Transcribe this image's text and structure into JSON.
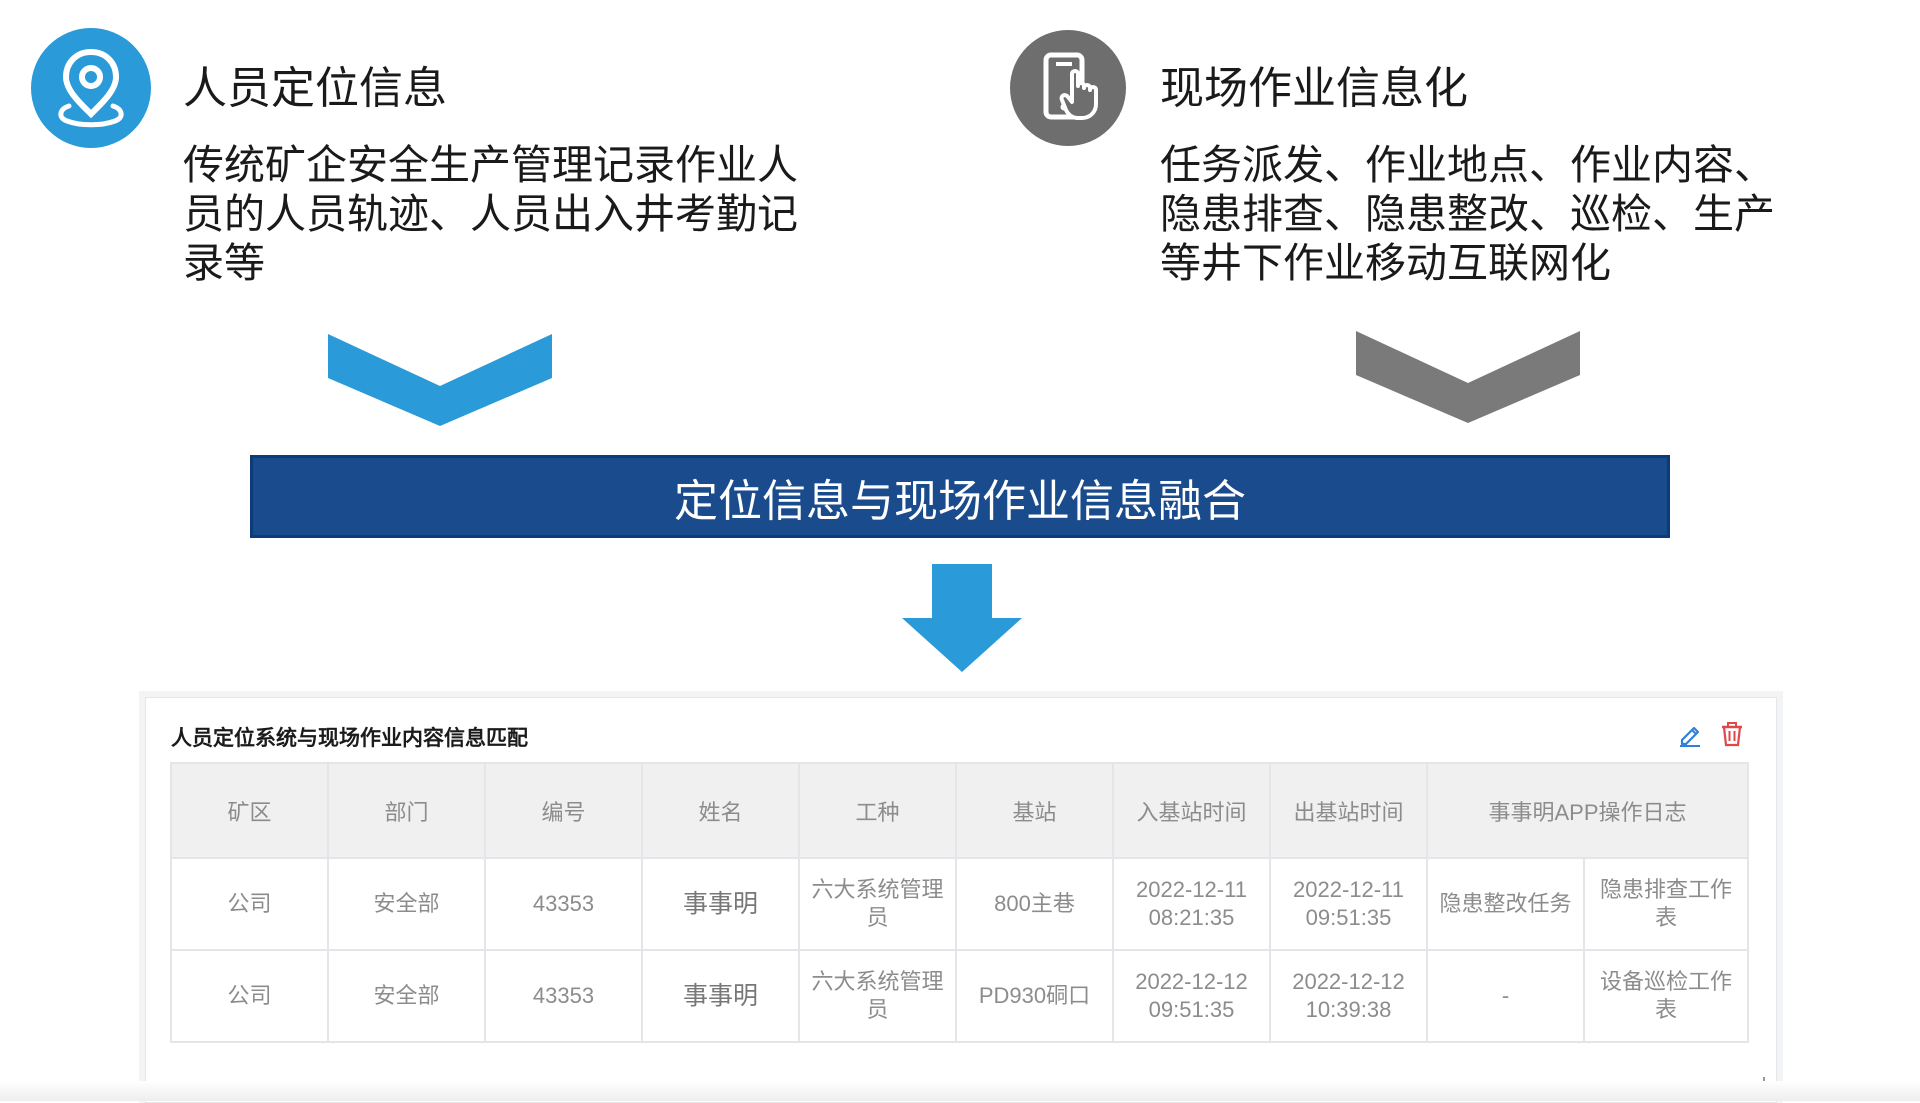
{
  "left": {
    "icon": "location-pin-icon",
    "icon_color": "#2a9ad8",
    "heading": "人员定位信息",
    "desc_lines": [
      "传统矿企安全生产管理记录作业人",
      "员的人员轨迹、人员出入井考勤记",
      "录等"
    ],
    "chevron_color": "#2a9ad8"
  },
  "right": {
    "icon": "phone-touch-icon",
    "icon_color": "#6e6e6e",
    "heading": "现场作业信息化",
    "desc_lines": [
      "任务派发、作业地点、作业内容、",
      "隐患排查、隐患整改、巡检、生产",
      "等井下作业移动互联网化"
    ],
    "chevron_color": "#7a7a7a"
  },
  "banner": {
    "label": "定位信息与现场作业信息融合",
    "color": "#1a4b8c"
  },
  "arrow_color": "#2a9ad8",
  "panel": {
    "title": "人员定位系统与现场作业内容信息匹配",
    "edit_icon": "edit-icon",
    "delete_icon": "trash-icon",
    "columns": [
      "矿区",
      "部门",
      "编号",
      "姓名",
      "工种",
      "基站",
      "入基站时间",
      "出基站时间",
      "事事明APP操作日志"
    ],
    "rows": [
      {
        "mine": "公司",
        "dept": "安全部",
        "id": "43353",
        "name": "事事明",
        "job": "六大系统管理员",
        "station": "800主巷",
        "in_date": "2022-12-11",
        "in_time": "08:21:35",
        "out_date": "2022-12-11",
        "out_time": "09:51:35",
        "log1": "隐患整改任务",
        "log2": "隐患排查工作表"
      },
      {
        "mine": "公司",
        "dept": "安全部",
        "id": "43353",
        "name": "事事明",
        "job": "六大系统管理员",
        "station": "PD930硐口",
        "in_date": "2022-12-12",
        "in_time": "09:51:35",
        "out_date": "2022-12-12",
        "out_time": "10:39:38",
        "log1": "-",
        "log2": "设备巡检工作表"
      }
    ]
  }
}
